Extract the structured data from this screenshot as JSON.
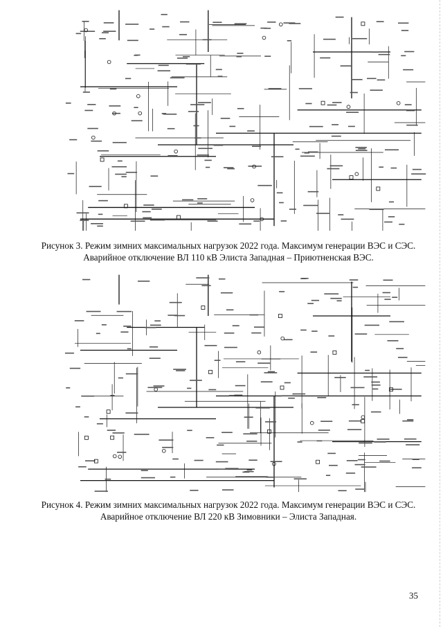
{
  "figures": [
    {
      "caption_line1": "Рисунок 3. Режим зимних максимальных нагрузок 2022 года. Максимум генерации ВЭС и СЭС.",
      "caption_line2": "Аварийное отключение ВЛ 110 кВ Элиста Западная – Приютненская ВЭС."
    },
    {
      "caption_line1": "Рисунок 4. Режим зимних максимальных нагрузок 2022 года. Максимум генерации ВЭС и СЭС.",
      "caption_line2": "Аварийное отключение ВЛ 220 кВ Зимовники – Элиста Западная."
    }
  ],
  "page_number": "35",
  "colors": {
    "ink": "#111111",
    "background": "#ffffff"
  }
}
